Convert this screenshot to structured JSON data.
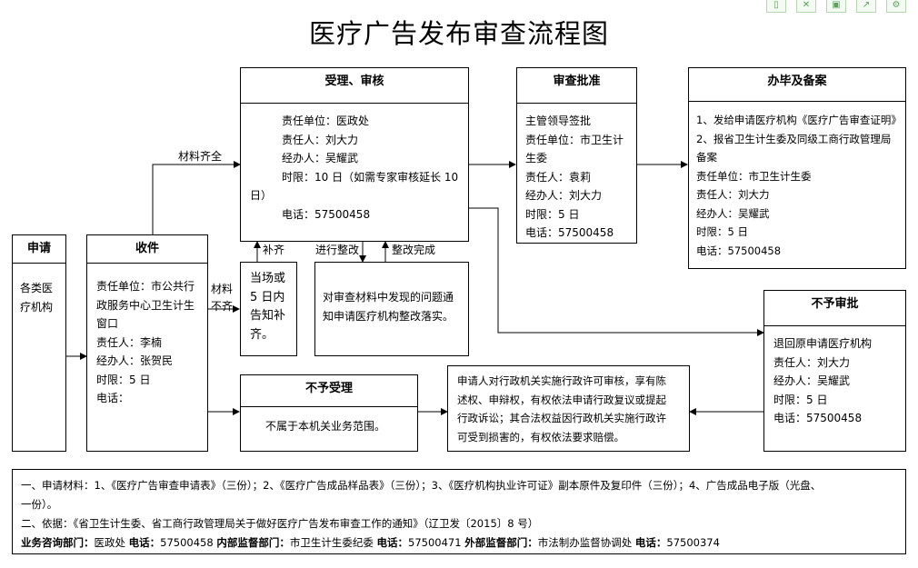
{
  "title": "医疗广告发布审查流程图",
  "toolbar": [
    "copy-icon",
    "shuffle-icon",
    "save-icon",
    "share-icon",
    "settings-icon"
  ],
  "apply": {
    "title": "申请",
    "line1": "各类医",
    "line2": "疗机构"
  },
  "receive": {
    "title": "收件",
    "unit1": "责任单位：市公共行",
    "unit2": "政服务中心卫生计生",
    "unit3": "窗口",
    "person": "责任人：李楠",
    "handler": "经办人：张贺民",
    "limit": "时限：5 日",
    "phone": "电话："
  },
  "accept": {
    "title": "受理、审核",
    "unit": "责任单位：医政处",
    "person": "责任人：刘大力",
    "handler": "经办人：吴耀武",
    "limit1": "时限：10 日（如需专家审核延长 10",
    "limit2": "日）",
    "phone": "电话：57500458"
  },
  "approve": {
    "title": "审查批准",
    "sign": "主管领导签批",
    "unit1": "责任单位：市卫生计",
    "unit2": "生委",
    "person": "责任人：袁莉",
    "handler": "经办人：刘大力",
    "limit": "时限：5 日",
    "phone": "电话：57500458"
  },
  "finish": {
    "title": "办毕及备案",
    "item1": "1、发给申请医疗机构《医疗广告审查证明》",
    "item2a": "2、报省卫生计生委及同级工商行政管理局",
    "item2b": "备案",
    "unit": "责任单位：市卫生计生委",
    "person": "责任人：刘大力",
    "handler": "经办人：吴耀武",
    "limit": "时限：5 日",
    "phone": "电话：57500458"
  },
  "reject_approve": {
    "title": "不予审批",
    "line1": "退回原申请医疗机构",
    "person": "责任人：刘大力",
    "handler": "经办人：吴耀武",
    "limit": "时限：5 日",
    "phone": "电话：57500458"
  },
  "supplement": {
    "line1": "当场或",
    "line2": "5 日内",
    "line3": "告知补",
    "line4": "齐。"
  },
  "rectify": {
    "line1": "对审查材料中发现的问题通",
    "line2": "知申请医疗机构整改落实。"
  },
  "reject_accept": {
    "title": "不予受理",
    "line1": "不属于本机关业务范围。"
  },
  "rights": {
    "line1": "申请人对行政机关实施行政许可审核，享有陈",
    "line2": "述权、申辩权，有权依法申请行政复议或提起",
    "line3": "行政诉讼；其合法权益因行政机关实施行政许",
    "line4": "可受到损害的，有权依法要求赔偿。"
  },
  "labels": {
    "complete": "材料齐全",
    "incomplete1": "材料",
    "incomplete2": "不齐",
    "supplement": "补齐",
    "rectify": "进行整改",
    "rectify_done": "整改完成"
  },
  "notes": {
    "line1": "一、申请材料：1、《医疗广告审查申请表》（三份）；2、《医疗广告成品样品表》（三份）；3、《医疗机构执业许可证》副本原件及复印件（三份）；4、广告成品电子版（光盘、",
    "line2": "一份）。",
    "line3": "二、依据：《省卫生计生委、省工商行政管理局关于做好医疗广告发布审查工作的通知》（辽卫发〔2015〕8 号）",
    "b1": "业务咨询部门：",
    "v1": "医政处",
    "b2": "电话：",
    "v2": "57500458",
    "b3": "内部监督部门：",
    "v3": "市卫生计生委纪委",
    "b4": "电话：",
    "v4": "57500471",
    "b5": "外部监督部门：",
    "v5": "市法制办监督协调处",
    "b6": "电话：",
    "v6": "57500374"
  }
}
